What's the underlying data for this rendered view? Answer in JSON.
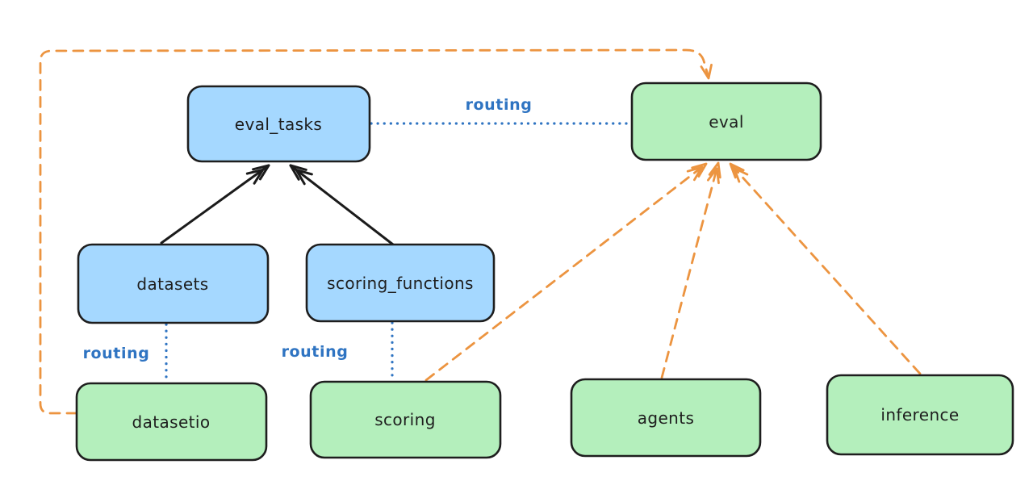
{
  "diagram": {
    "colors": {
      "background": "#ffffff",
      "node_stroke": "#1e1e1e",
      "text": "#1e1e1e",
      "blue_fill": "#a5d8ff",
      "green_fill": "#b4efbc",
      "routing_edge": "#2f74c2",
      "provider_edge": "#ec9440",
      "arrow_edge": "#1b1b1b"
    },
    "nodes": {
      "eval_tasks": {
        "label": "eval_tasks",
        "kind": "api",
        "fill": "#a5d8ff"
      },
      "eval": {
        "label": "eval",
        "kind": "provider",
        "fill": "#b4efbc"
      },
      "datasets": {
        "label": "datasets",
        "kind": "api",
        "fill": "#a5d8ff"
      },
      "scoring_functions": {
        "label": "scoring_functions",
        "kind": "api",
        "fill": "#a5d8ff"
      },
      "datasetio": {
        "label": "datasetio",
        "kind": "provider",
        "fill": "#b4efbc"
      },
      "scoring": {
        "label": "scoring",
        "kind": "provider",
        "fill": "#b4efbc"
      },
      "agents": {
        "label": "agents",
        "kind": "provider",
        "fill": "#b4efbc"
      },
      "inference": {
        "label": "inference",
        "kind": "provider",
        "fill": "#b4efbc"
      }
    },
    "edges": [
      {
        "from": "datasets",
        "to": "eval_tasks",
        "type": "solid-arrow",
        "color": "black",
        "label": ""
      },
      {
        "from": "scoring_functions",
        "to": "eval_tasks",
        "type": "solid-arrow",
        "color": "black",
        "label": ""
      },
      {
        "from": "eval_tasks",
        "to": "eval",
        "type": "dotted",
        "color": "blue",
        "label": "routing"
      },
      {
        "from": "datasets",
        "to": "datasetio",
        "type": "dotted",
        "color": "blue",
        "label": "routing"
      },
      {
        "from": "scoring_functions",
        "to": "scoring",
        "type": "dotted",
        "color": "blue",
        "label": "routing"
      },
      {
        "from": "datasetio",
        "to": "eval",
        "type": "dashed-arrow",
        "color": "orange",
        "label": ""
      },
      {
        "from": "scoring",
        "to": "eval",
        "type": "dashed-arrow",
        "color": "orange",
        "label": ""
      },
      {
        "from": "agents",
        "to": "eval",
        "type": "dashed-arrow",
        "color": "orange",
        "label": ""
      },
      {
        "from": "inference",
        "to": "eval",
        "type": "dashed-arrow",
        "color": "orange",
        "label": ""
      }
    ]
  }
}
